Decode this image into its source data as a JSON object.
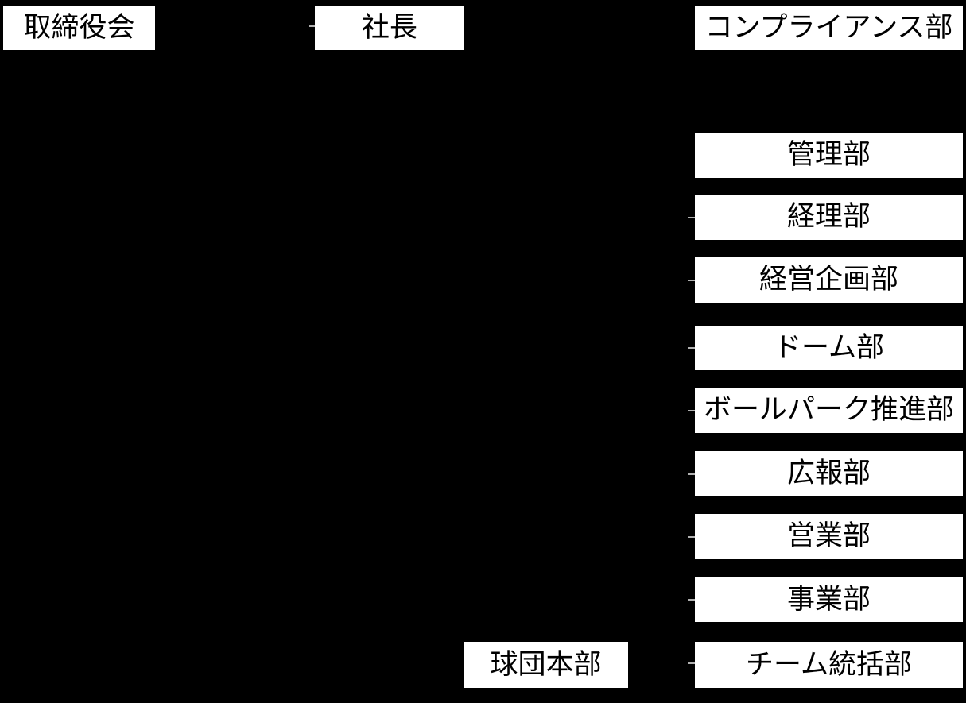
{
  "org": {
    "title": "organization-chart",
    "board": {
      "label": "取締役会"
    },
    "president": {
      "label": "社長"
    },
    "compliance": {
      "label": "コンプライアンス部"
    },
    "departments": [
      {
        "label": "管理部"
      },
      {
        "label": "経理部"
      },
      {
        "label": "経営企画部"
      },
      {
        "label": "ドーム部"
      },
      {
        "label": "ボールパーク推進部"
      },
      {
        "label": "広報部"
      },
      {
        "label": "営業部"
      },
      {
        "label": "事業部"
      },
      {
        "label": "チーム統括部"
      }
    ],
    "team_hq": {
      "label": "球団本部"
    },
    "colors": {
      "background": "#000000",
      "box_background": "#ffffff",
      "box_text": "#000000",
      "connector_tick": "#b0b0b0"
    }
  }
}
